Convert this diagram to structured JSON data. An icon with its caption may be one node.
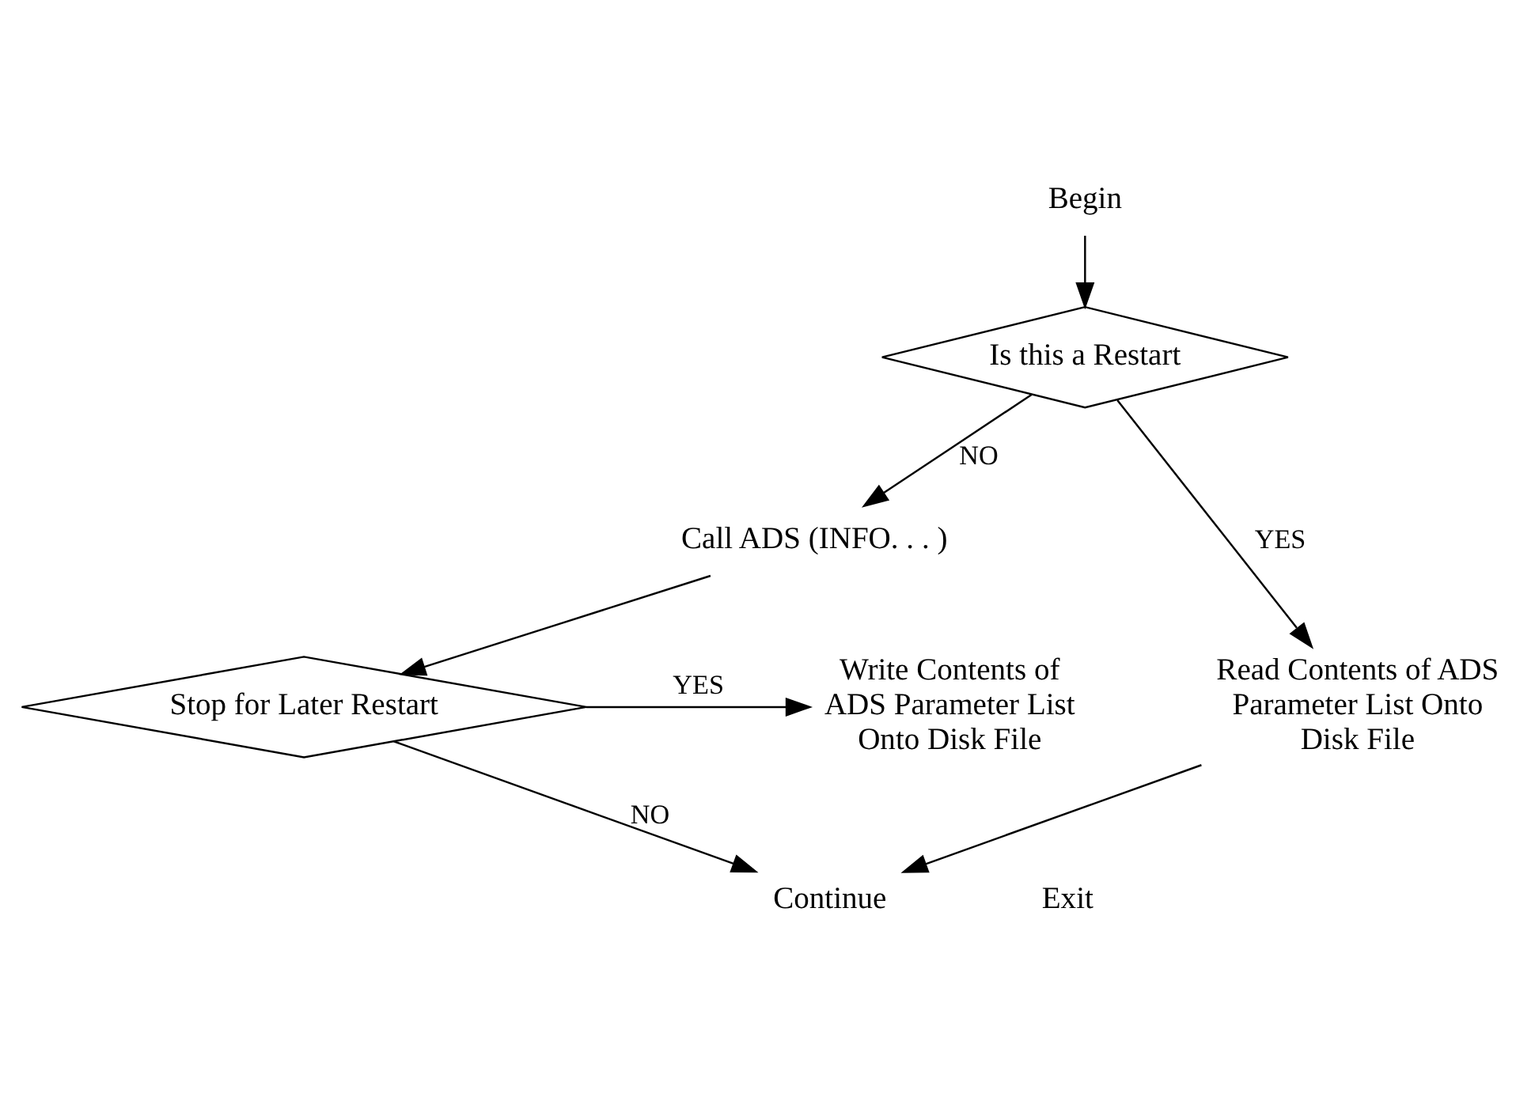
{
  "diagram": {
    "nodes": [
      {
        "text": [
          "Begin"
        ]
      },
      {
        "text": [
          "Is this a Restart"
        ]
      },
      {
        "text": [
          "Call ADS (INFO. . . )"
        ]
      },
      {
        "text": [
          "Stop for Later Restart"
        ]
      },
      {
        "text": [
          "Read Contents of ADS Parameter List Onto Disk File"
        ]
      },
      {
        "text": [
          "Write Contents of ADS Parameter List Onto Disk File"
        ]
      },
      {
        "text": [
          "Continue"
        ]
      },
      {
        "text": [
          "Exit"
        ]
      }
    ],
    "edges": [
      {
        "from": 0,
        "to": 1,
        "arrow": "to"
      },
      {
        "from": 1,
        "to": 4,
        "arrow": "to",
        "label": "YES"
      },
      {
        "from": 1,
        "to": 2,
        "arrow": "to",
        "label": "NO"
      },
      {
        "from": 2,
        "to": 3,
        "arrow": "to"
      },
      {
        "from": 3,
        "to": 5,
        "arrow": "to",
        "label": "YES"
      },
      {
        "from": 3,
        "to": 6,
        "arrow": "to",
        "label": "NO"
      },
      {
        "from": 4,
        "to": 6,
        "arrow": "to"
      }
    ]
  }
}
